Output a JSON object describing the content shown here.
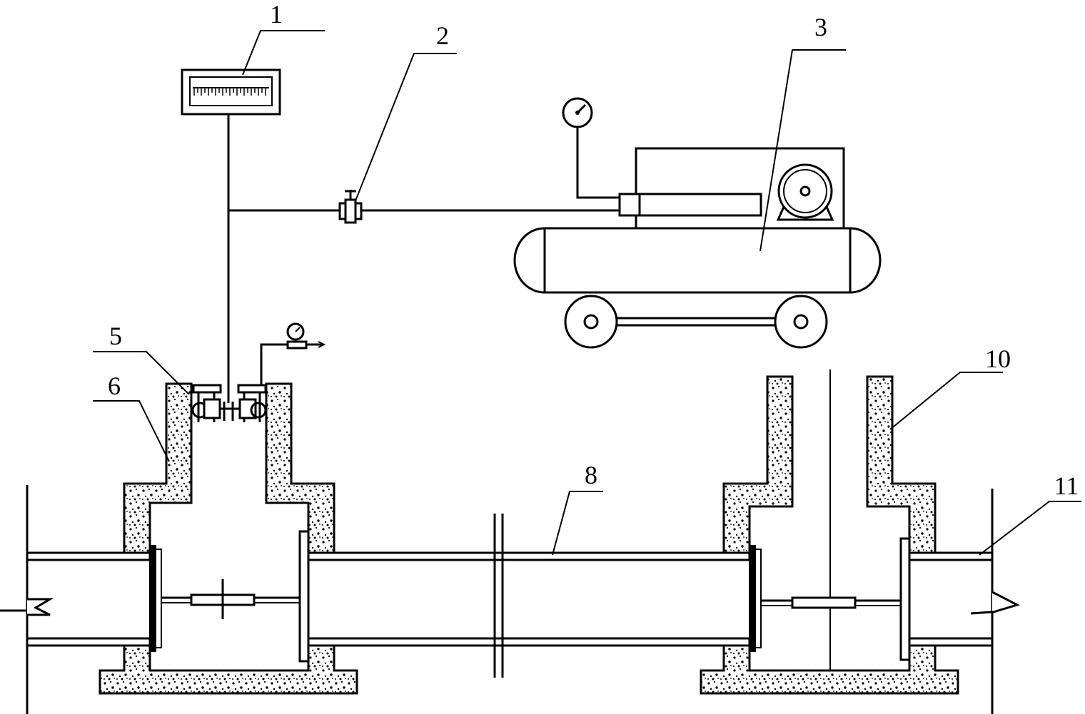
{
  "labels": {
    "l1": "1",
    "l2": "2",
    "l3": "3",
    "l5": "5",
    "l6": "6",
    "l8": "8",
    "l10": "10",
    "l11": "11"
  },
  "colors": {
    "ink": "#000000",
    "background": "#ffffff"
  }
}
